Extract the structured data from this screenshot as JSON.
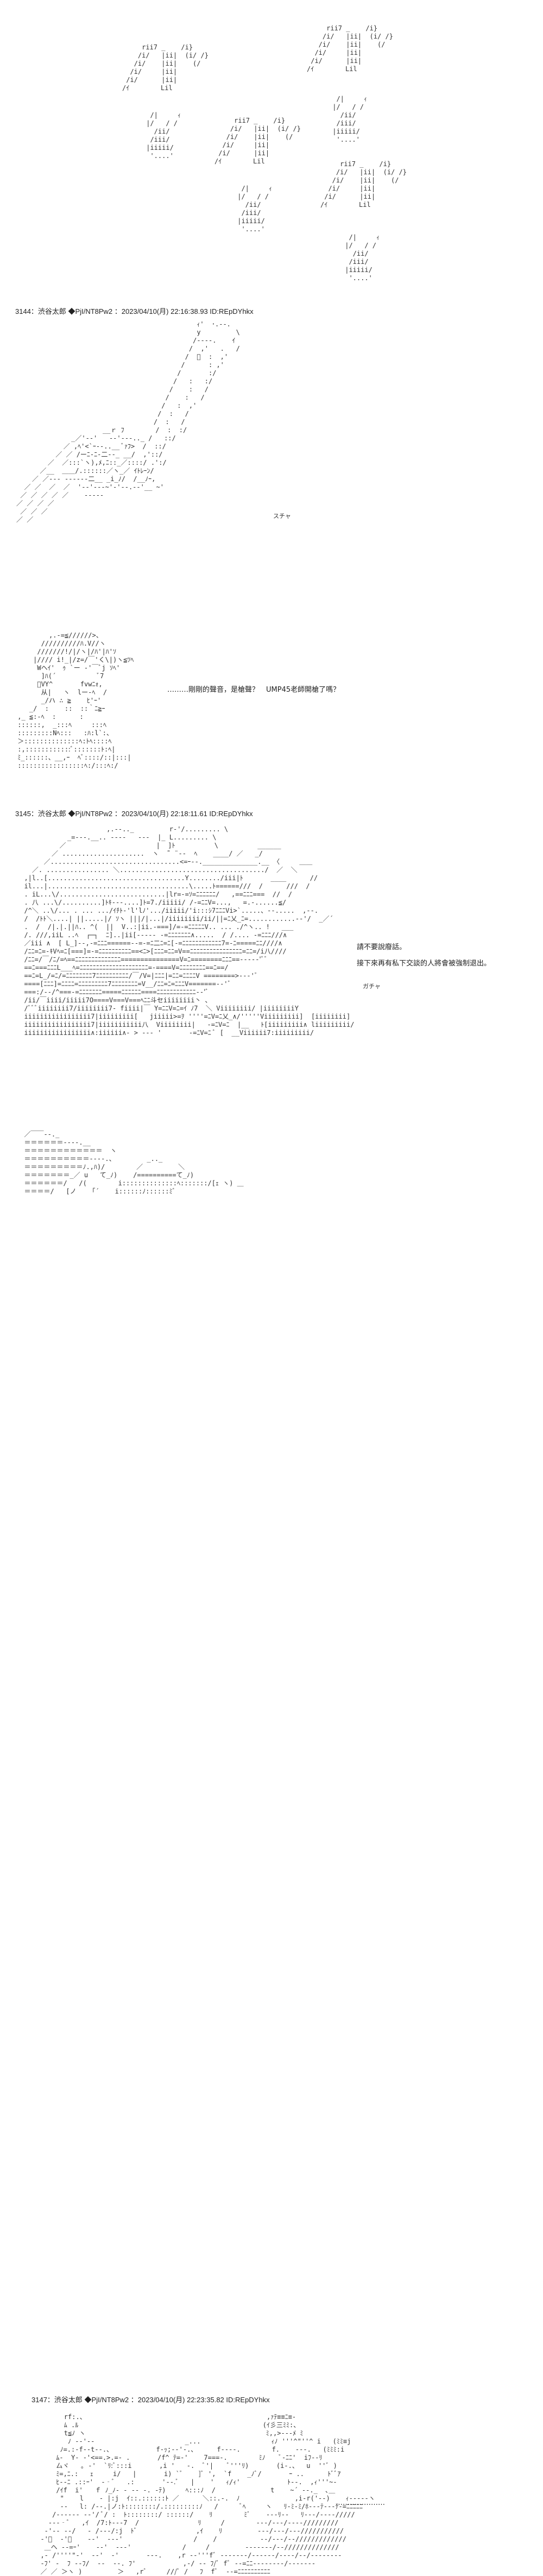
{
  "post_3144": {
    "header": "3144：渋谷太郎 ◆PjI/NT8Pw2 ：2023/04/10(月) 22:16:38.93 ID:REpDYhkx",
    "sfx": "スチャ",
    "dialogue": "………剛剛的聲音，是槍聲？　UMP45老師開槍了嗎？"
  },
  "post_3145": {
    "header": "3145：渋谷太郎 ◆PjI/NT8Pw2 ：2023/04/10(月) 22:18:11.61 ID:REpDYhkx",
    "dialogue_1": "請不要說廢話。",
    "dialogue_2": "接下來再有私下交談的人將會被強制退出。",
    "sfx": "ガチャ"
  },
  "post_3147": {
    "header": "3147：渋谷太郎 ◆PjI/NT8Pw2 ：2023/04/10(月) 22:23:35.82 ID:REpDYhkx",
    "dialogue": "…………………"
  }
}
